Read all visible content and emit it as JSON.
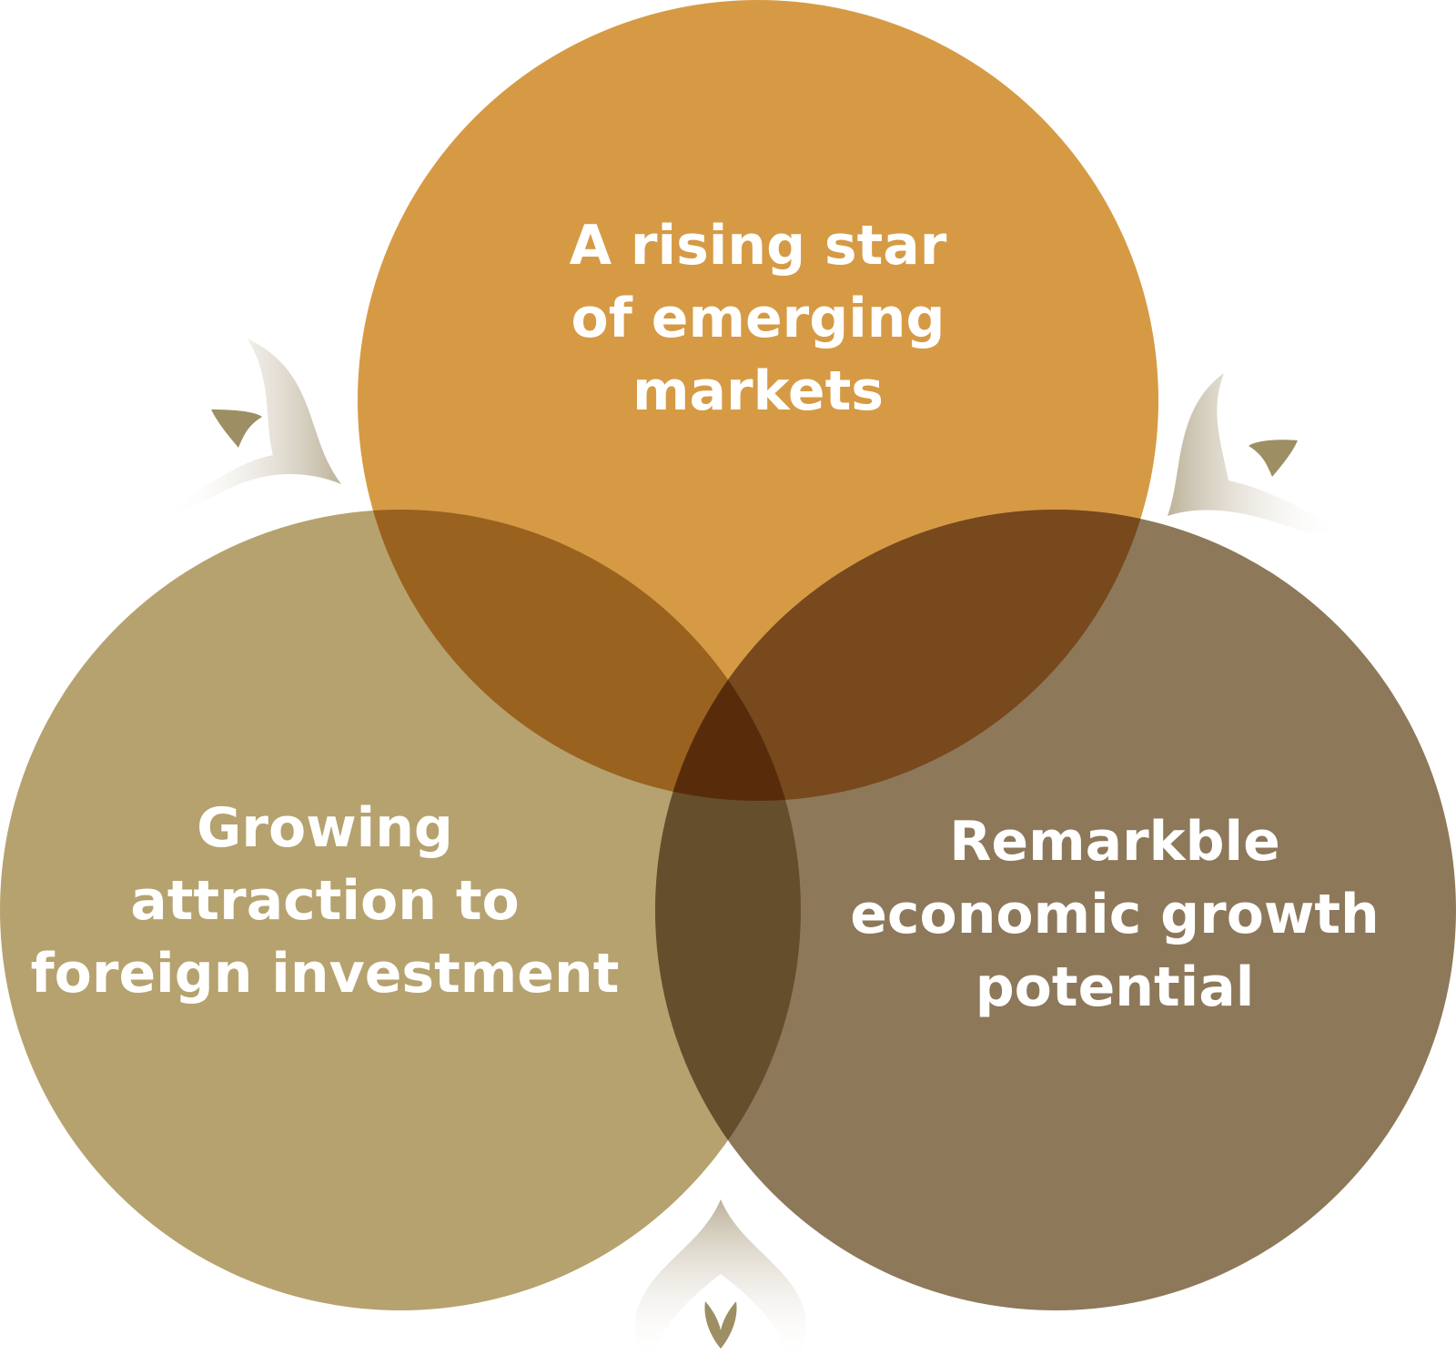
{
  "diagram": {
    "type": "venn-3",
    "circles": [
      {
        "id": "top",
        "lines": [
          "A rising star",
          "of emerging",
          "markets"
        ],
        "color": "#D69A45"
      },
      {
        "id": "left",
        "lines": [
          "Growing",
          "attraction to",
          "foreign investment"
        ],
        "color": "#B6A26F"
      },
      {
        "id": "right",
        "lines": [
          "Remarkble",
          "economic growth",
          "potential"
        ],
        "color": "#8D785A"
      }
    ],
    "overlap_colors": {
      "top_left": "#9A621F",
      "top_right": "#77491C",
      "left_right": "#654E2C",
      "center": "#582C0B"
    },
    "ornament_colors": {
      "leaf": "#9D8F63",
      "swoosh": "#B9AE94"
    }
  }
}
